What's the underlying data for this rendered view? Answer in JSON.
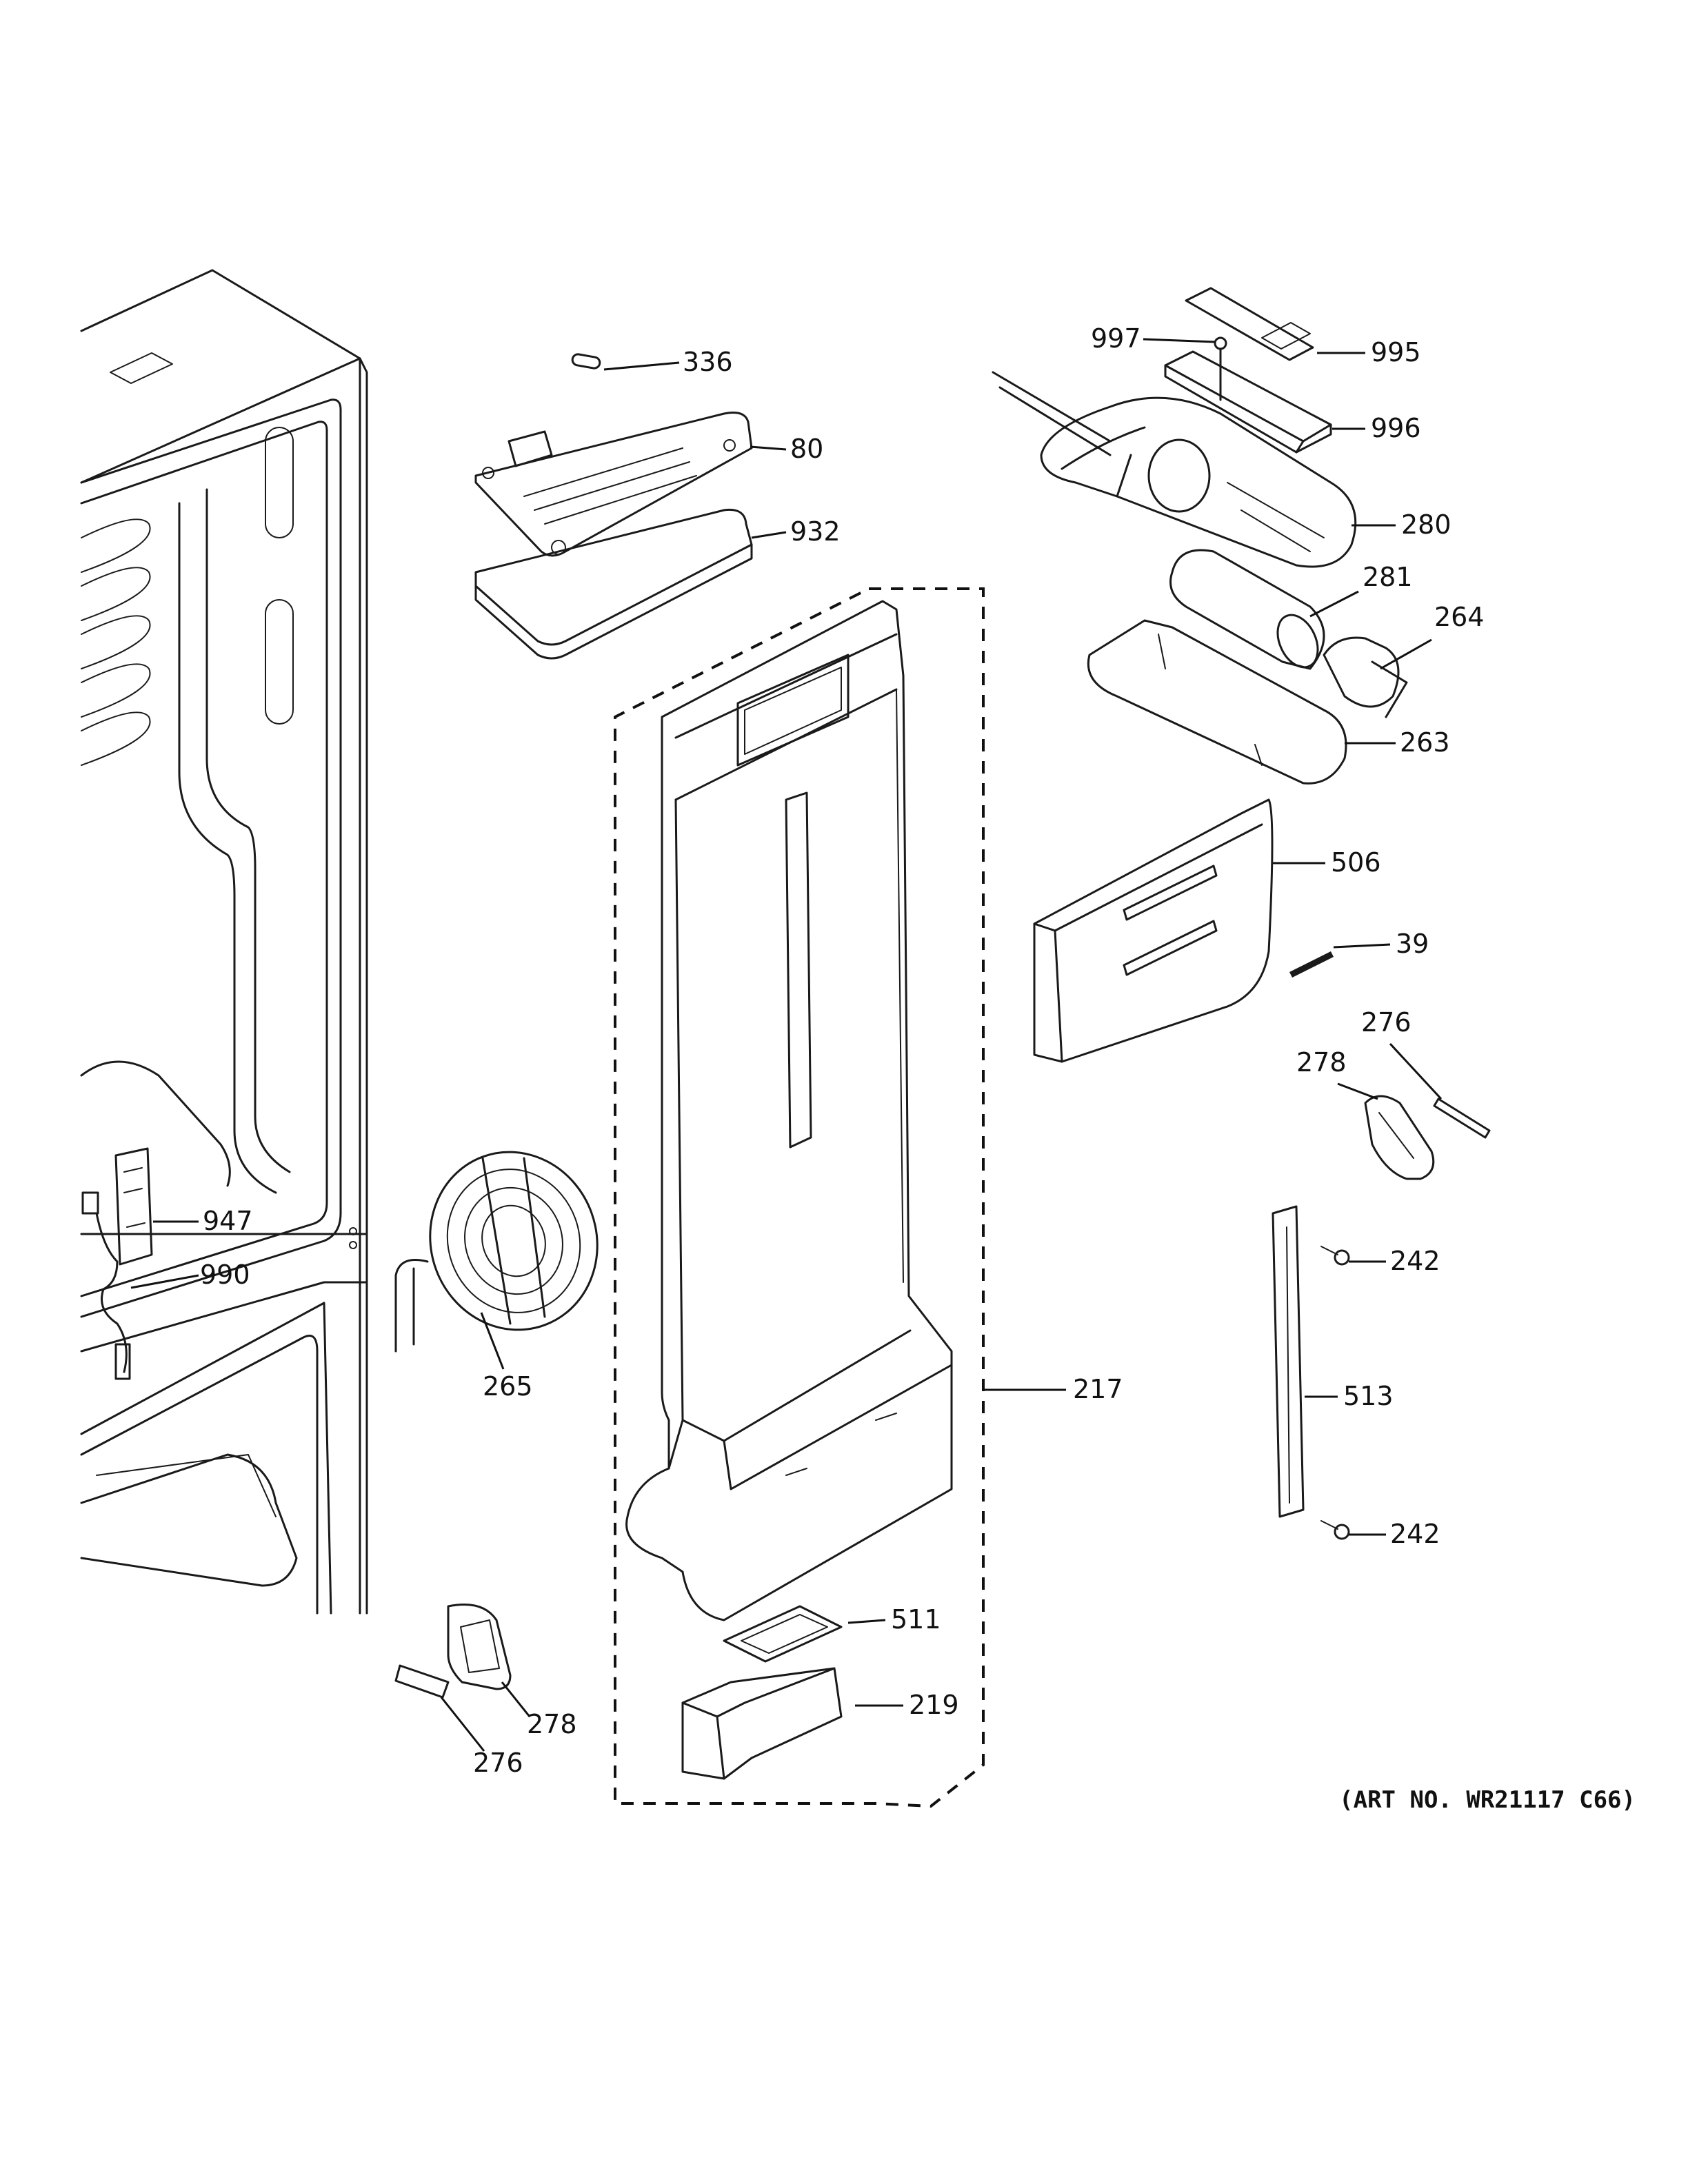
{
  "art_number": "(ART NO. WR21117 C66)",
  "callouts": [
    {
      "id": "336",
      "label": "336"
    },
    {
      "id": "80",
      "label": "80"
    },
    {
      "id": "932",
      "label": "932"
    },
    {
      "id": "997",
      "label": "997"
    },
    {
      "id": "995",
      "label": "995"
    },
    {
      "id": "996",
      "label": "996"
    },
    {
      "id": "280",
      "label": "280"
    },
    {
      "id": "281",
      "label": "281"
    },
    {
      "id": "264",
      "label": "264"
    },
    {
      "id": "263",
      "label": "263"
    },
    {
      "id": "506",
      "label": "506"
    },
    {
      "id": "39",
      "label": "39"
    },
    {
      "id": "276a",
      "label": "276"
    },
    {
      "id": "278a",
      "label": "278"
    },
    {
      "id": "242a",
      "label": "242"
    },
    {
      "id": "513",
      "label": "513"
    },
    {
      "id": "242b",
      "label": "242"
    },
    {
      "id": "217",
      "label": "217"
    },
    {
      "id": "511",
      "label": "511"
    },
    {
      "id": "219",
      "label": "219"
    },
    {
      "id": "947",
      "label": "947"
    },
    {
      "id": "990",
      "label": "990"
    },
    {
      "id": "265",
      "label": "265"
    },
    {
      "id": "278b",
      "label": "278"
    },
    {
      "id": "276b",
      "label": "276"
    }
  ]
}
